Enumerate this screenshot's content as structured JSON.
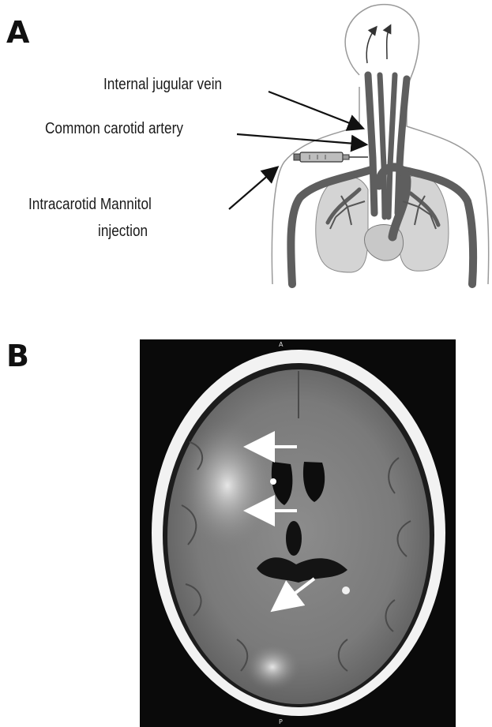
{
  "figure": {
    "panel_a": {
      "letter": "A",
      "labels": {
        "internal_jugular_vein": "Internal jugular vein",
        "common_carotid_artery": "Common carotid artery",
        "intracarotid_mannitol_line1": "Intracarotid Mannitol",
        "intracarotid_mannitol_line2": "injection"
      }
    },
    "panel_b": {
      "letter": "B",
      "ct_orientation": {
        "anterior": "A",
        "posterior": "P"
      },
      "arrow_count": 3
    }
  },
  "colors": {
    "vessel_dark": "#5e5e5e",
    "lung_fill": "#d4d4d4",
    "body_outline": "#9a9a9a",
    "ct_background": "#0a0a0a",
    "arrow_white": "#ffffff"
  }
}
